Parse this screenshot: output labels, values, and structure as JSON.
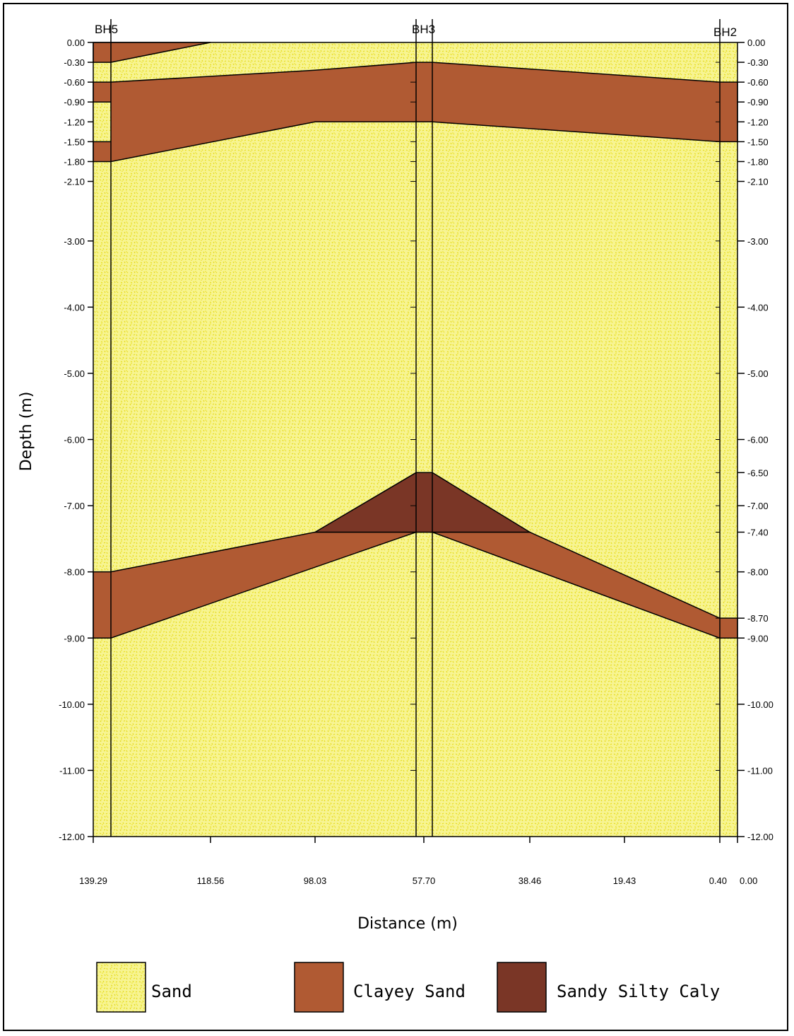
{
  "section": {
    "boreholes": [
      {
        "name": "BH5",
        "distance": 139.29
      },
      {
        "name": "BH3",
        "distance": 57.7
      },
      {
        "name": "BH2",
        "distance": 0.4
      }
    ],
    "y_axis_label": "Depth (m)",
    "x_axis_label": "Distance (m)",
    "left_depth_ticks": [
      "0.00",
      "-0.30",
      "-0.60",
      "-0.90",
      "-1.20",
      "-1.50",
      "-1.80",
      "-2.10",
      "-3.00",
      "-4.00",
      "-5.00",
      "-6.00",
      "-7.00",
      "-8.00",
      "-9.00",
      "-10.00",
      "-11.00",
      "-12.00"
    ],
    "right_depth_ticks": [
      "0.00",
      "-0.30",
      "-0.60",
      "-0.90",
      "-1.20",
      "-1.50",
      "-1.80",
      "-2.10",
      "-3.00",
      "-4.00",
      "-5.00",
      "-6.00",
      "-6.50",
      "-7.00",
      "-7.40",
      "-8.00",
      "-8.70",
      "-9.00",
      "-10.00",
      "-11.00",
      "-12.00"
    ],
    "distance_ticks": [
      "139.29",
      "118.56",
      "98.03",
      "57.70",
      "38.46",
      "19.43",
      "0.40",
      "0.00"
    ],
    "layers": [
      {
        "material": "Clayey Sand",
        "note": "top lens at BH5",
        "depth_range_at_BH5": [
          0.0,
          -0.3
        ]
      },
      {
        "material": "Clayey Sand",
        "depth_range_at_BH5": [
          -0.6,
          -1.8
        ],
        "depth_range_at_BH3": [
          -0.3,
          -1.2
        ],
        "depth_range_at_BH2": [
          -0.6,
          -1.5
        ]
      },
      {
        "material": "Sandy Silty Caly",
        "depth_range_at_BH3": [
          -6.5,
          -7.4
        ]
      },
      {
        "material": "Clayey Sand",
        "depth_range_at_BH5": [
          -8.0,
          -9.0
        ],
        "depth_range_at_BH3": [
          -7.4,
          -7.4
        ],
        "depth_range_at_BH2": [
          -8.7,
          -9.0
        ]
      }
    ]
  },
  "legend": [
    {
      "label": "Sand",
      "color": "#f5f27a"
    },
    {
      "label": "Clayey Sand",
      "color": "#b05a33"
    },
    {
      "label": "Sandy Silty Caly",
      "color": "#7a3626"
    }
  ],
  "colors": {
    "sand": "#f5f27a",
    "clayey_sand": "#b05a33",
    "sandy_silty_clay": "#7a3626"
  }
}
